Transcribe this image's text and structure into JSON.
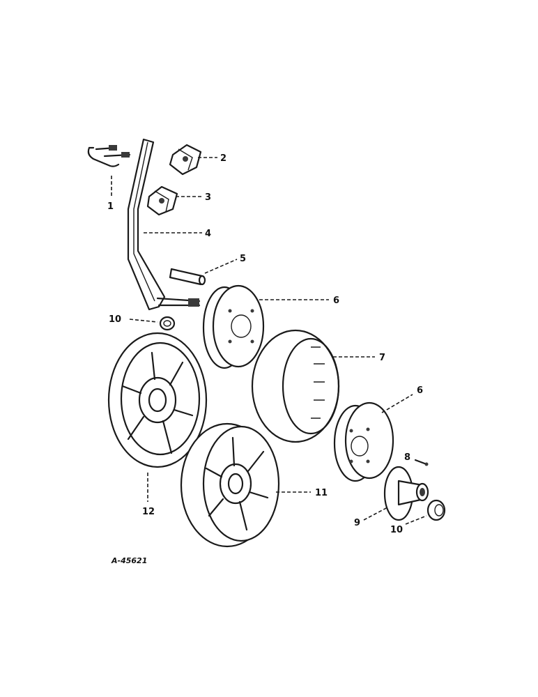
{
  "diagram_code": "A-45621",
  "callouts": [
    {
      "id": "c1",
      "text": "1"
    },
    {
      "id": "c2",
      "text": "2"
    },
    {
      "id": "c3",
      "text": "3"
    },
    {
      "id": "c4",
      "text": "4"
    },
    {
      "id": "c5",
      "text": "5"
    },
    {
      "id": "c6a",
      "text": "6"
    },
    {
      "id": "c7",
      "text": "7"
    },
    {
      "id": "c6b",
      "text": "6"
    },
    {
      "id": "c8",
      "text": "8"
    },
    {
      "id": "c9",
      "text": "9"
    },
    {
      "id": "c10a",
      "text": "10"
    },
    {
      "id": "c10b",
      "text": "10"
    },
    {
      "id": "c11",
      "text": "11"
    },
    {
      "id": "c12",
      "text": "12"
    }
  ]
}
